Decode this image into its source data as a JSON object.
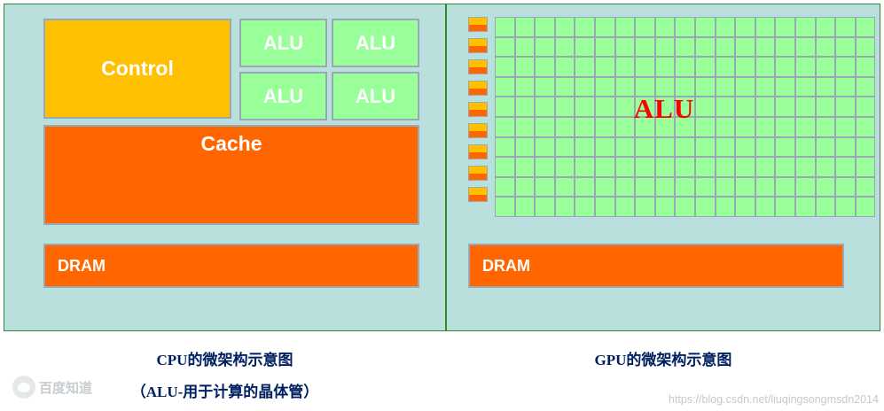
{
  "diagram": {
    "cpu": {
      "control_label": "Control",
      "alus": [
        "ALU",
        "ALU",
        "ALU",
        "ALU"
      ],
      "cache_label": "Cache",
      "dram_label": "DRAM",
      "caption_line1": "CPU的微架构示意图",
      "caption_line2": "（ALU-用于计算的晶体管）"
    },
    "gpu": {
      "alu_label": "ALU",
      "dram_label": "DRAM",
      "caption_line1": "GPU的微架构示意图",
      "grid_columns": 19,
      "grid_rows": 10,
      "control_cells": 9
    },
    "colors": {
      "panel_background": "#b9e0dc",
      "panel_border": "#2f8a2f",
      "control_fill": "#ffc000",
      "alu_fill": "#99ff99",
      "cache_fill": "#ff6600",
      "dram_fill": "#ff6600",
      "block_border": "#9aa7b4",
      "block_text": "#ffffff",
      "gpu_alu_text": "#ff0000",
      "caption_text": "#002060"
    }
  },
  "watermarks": {
    "baidu": "百度知道",
    "csdn": "https://blog.csdn.net/liuqingsongmsdn2014"
  }
}
